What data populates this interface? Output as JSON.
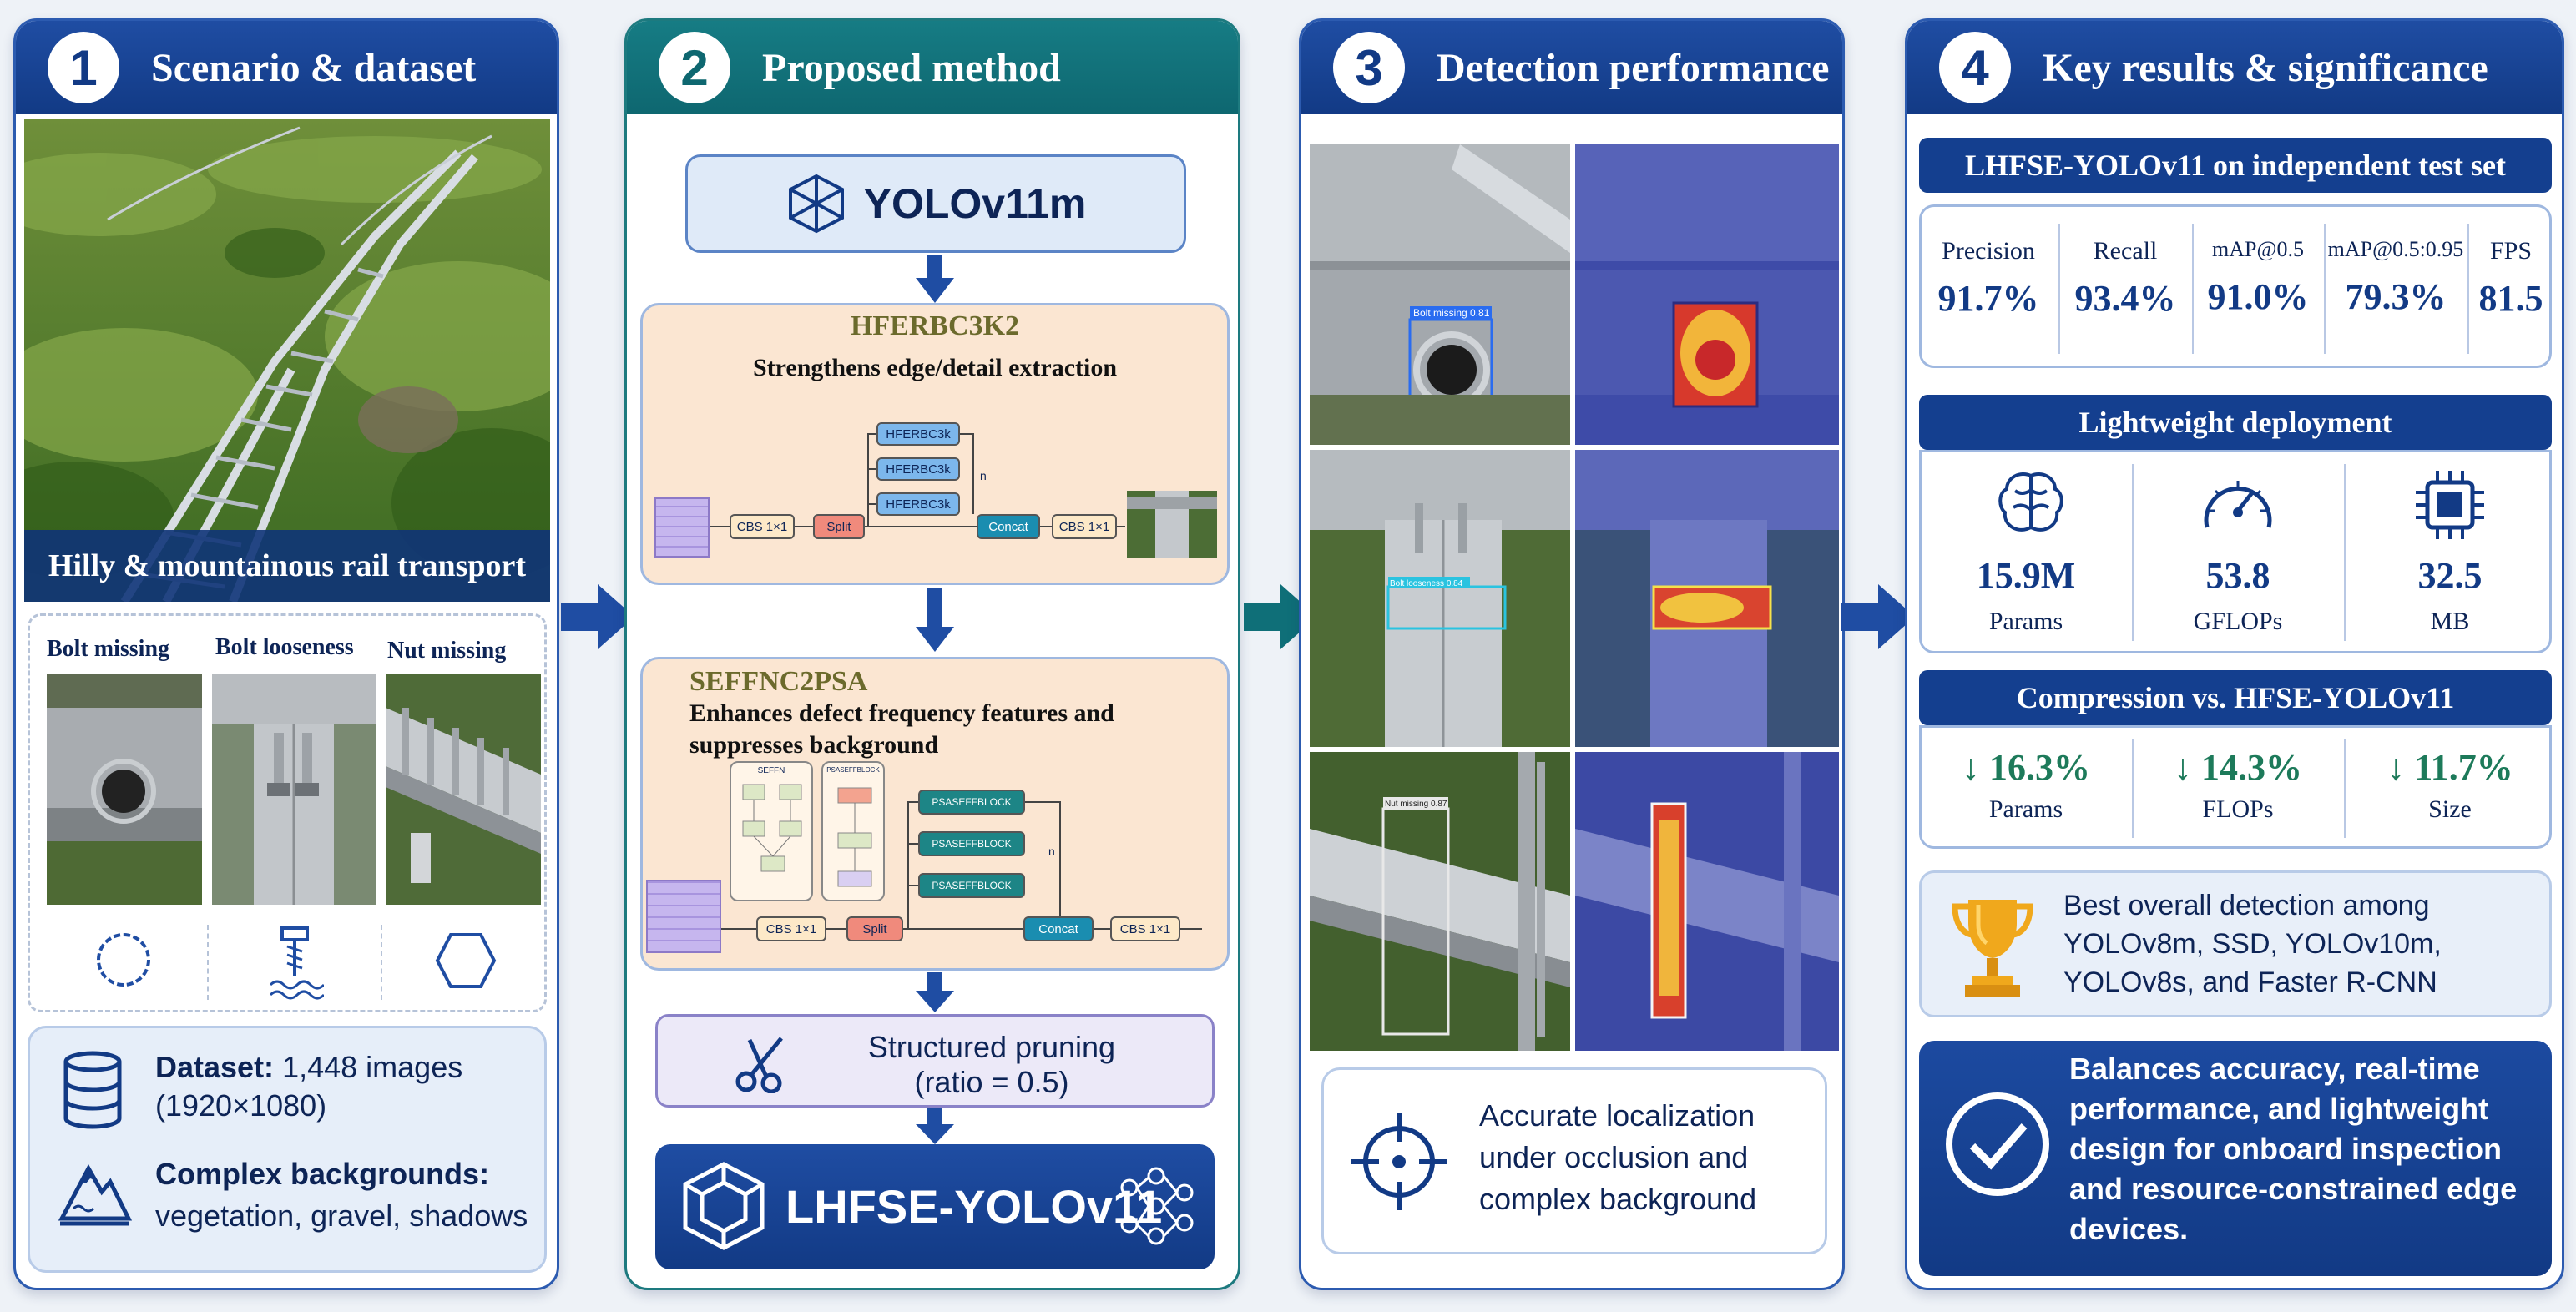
{
  "panels": [
    {
      "num": "1",
      "title": "Scenario & dataset"
    },
    {
      "num": "2",
      "title": "Proposed method"
    },
    {
      "num": "3",
      "title": "Detection performance"
    },
    {
      "num": "4",
      "title": "Key results & significance"
    }
  ],
  "scenario": {
    "photo_caption": "Hilly & mountainous rail transport",
    "defects": [
      {
        "label": "Bolt missing",
        "symbol": "dashed-circle-icon"
      },
      {
        "label": "Bolt looseness",
        "symbol": "loose-bolt-icon"
      },
      {
        "label": "Nut missing",
        "symbol": "hexagon-icon"
      }
    ],
    "dataset_label": "Dataset:",
    "dataset_value": "1,448 images",
    "dataset_resolution": "(1920×1080)",
    "backgrounds_label": "Complex backgrounds:",
    "backgrounds_value": "vegetation, gravel, shadows"
  },
  "method": {
    "base_model": "YOLOv11m",
    "module1_name": "HFERBC3K2",
    "module1_desc": "Strengthens edge/detail extraction",
    "module1_diagram": {
      "cbs": "CBS 1×1",
      "split": "Split",
      "concat": "Concat",
      "blocks": [
        "HFERBC3k",
        "HFERBC3k",
        "HFERBC3k"
      ],
      "n": "n"
    },
    "module2_name": "SEFFNC2PSA",
    "module2_desc": "Enhances defect frequency features and suppresses background",
    "module2_diagram": {
      "cbs": "CBS 1×1",
      "split": "Split",
      "concat": "Concat",
      "blocks": [
        "PSASEFFBLOCK",
        "PSASEFFBLOCK",
        "PSASEFFBLOCK"
      ],
      "n": "n",
      "sub1": "SEFFN",
      "sub2": "PSASEFFBLOCK"
    },
    "pruning_title": "Structured pruning",
    "pruning_ratio": "(ratio = 0.5)",
    "final_model": "LHFSE-YOLOv11"
  },
  "detection": {
    "labels": [
      "Bolt missing 0.81",
      "Bolt looseness 0.84",
      "Nut missing 0.87"
    ],
    "summary": "Accurate localization under occlusion and complex background"
  },
  "results": {
    "test_header": "LHFSE-YOLOv11 on independent test set",
    "metrics": [
      {
        "label": "Precision",
        "value": "91.7%"
      },
      {
        "label": "Recall",
        "value": "93.4%"
      },
      {
        "label": "mAP@0.5",
        "value": "91.0%"
      },
      {
        "label": "mAP@0.5:0.95",
        "value": "79.3%"
      },
      {
        "label": "FPS",
        "value": "81.5"
      }
    ],
    "light_header": "Lightweight deployment",
    "deploy": [
      {
        "value": "15.9M",
        "label": "Params",
        "icon": "brain-icon"
      },
      {
        "value": "53.8",
        "label": "GFLOPs",
        "icon": "gauge-icon"
      },
      {
        "value": "32.5",
        "label": "MB",
        "icon": "chip-icon"
      }
    ],
    "compression_header": "Compression vs. HFSE-YOLOv11",
    "compression": [
      {
        "value": "↓ 16.3%",
        "label": "Params"
      },
      {
        "value": "↓ 14.3%",
        "label": "FLOPs"
      },
      {
        "value": "↓ 11.7%",
        "label": "Size"
      }
    ],
    "best_text": "Best overall detection among YOLOv8m, SSD, YOLOv10m, YOLOv8s, and Faster R-CNN",
    "balance_text": "Balances accuracy, real-time performance, and lightweight design for onboard inspection and resource-constrained edge devices."
  },
  "colors": {
    "navy": "#143f8f",
    "teal": "#0f6f78",
    "accent": "#2c5bb0",
    "peach": "#fbe6d2",
    "lavender": "#ece9f8"
  }
}
